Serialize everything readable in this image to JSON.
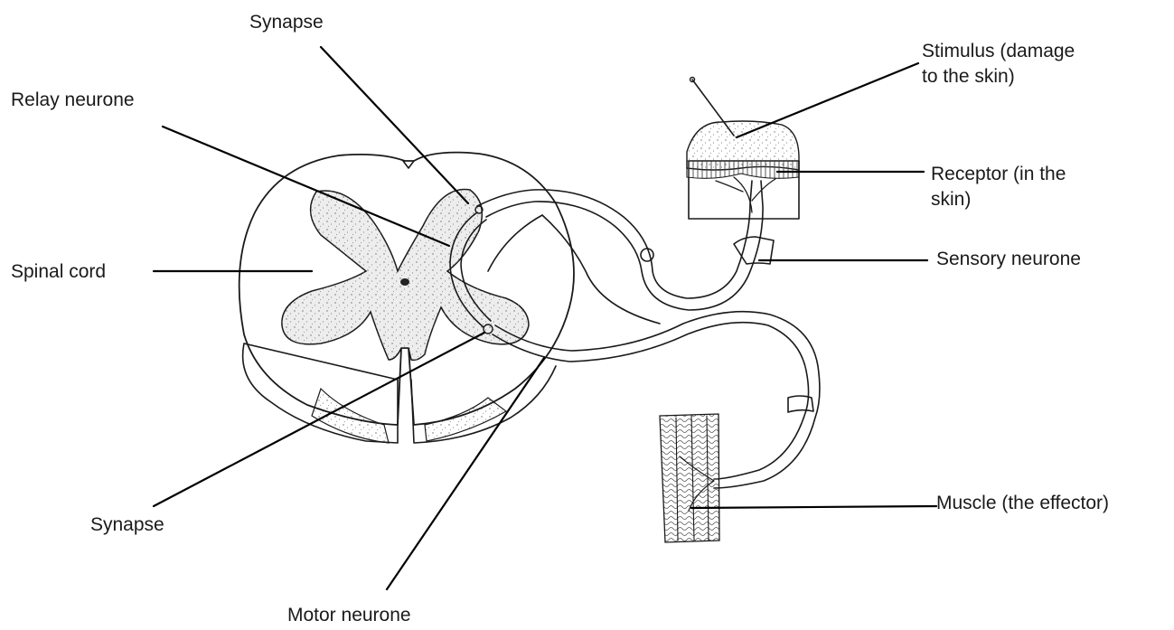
{
  "labels": {
    "synapse_top": "Synapse",
    "relay_neurone": "Relay neurone",
    "spinal_cord": "Spinal cord",
    "synapse_bottom": "Synapse",
    "motor_neurone": "Motor neurone",
    "stimulus_line1": "Stimulus (damage",
    "stimulus_line2": "to the skin)",
    "receptor_line1": "Receptor (in the",
    "receptor_line2": "skin)",
    "sensory_neurone": "Sensory neurone",
    "muscle": "Muscle (the effector)"
  },
  "colors": {
    "ink": "#1a1a1a",
    "grey_matter_fill": "#ededed",
    "background": "#ffffff"
  }
}
